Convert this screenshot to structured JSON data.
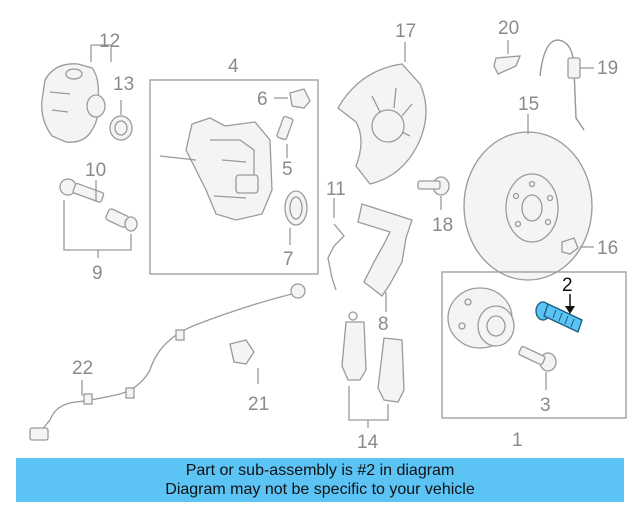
{
  "callouts": {
    "c1": "1",
    "c2": "2",
    "c3": "3",
    "c4": "4",
    "c5": "5",
    "c6": "6",
    "c7": "7",
    "c8": "8",
    "c9": "9",
    "c10": "10",
    "c11": "11",
    "c12": "12",
    "c13": "13",
    "c14": "14",
    "c15": "15",
    "c16": "16",
    "c17": "17",
    "c18": "18",
    "c19": "19",
    "c20": "20",
    "c21": "21",
    "c22": "22"
  },
  "highlight": {
    "part_number": "2",
    "color": "#5bc4f5"
  },
  "caption": {
    "line1": "Part or sub-assembly is #2 in diagram",
    "line2": "Diagram may not be specific to your vehicle"
  },
  "colors": {
    "line": "#9a9a9a",
    "banner": "#5bc4f5",
    "label": "#8a8a8a"
  }
}
